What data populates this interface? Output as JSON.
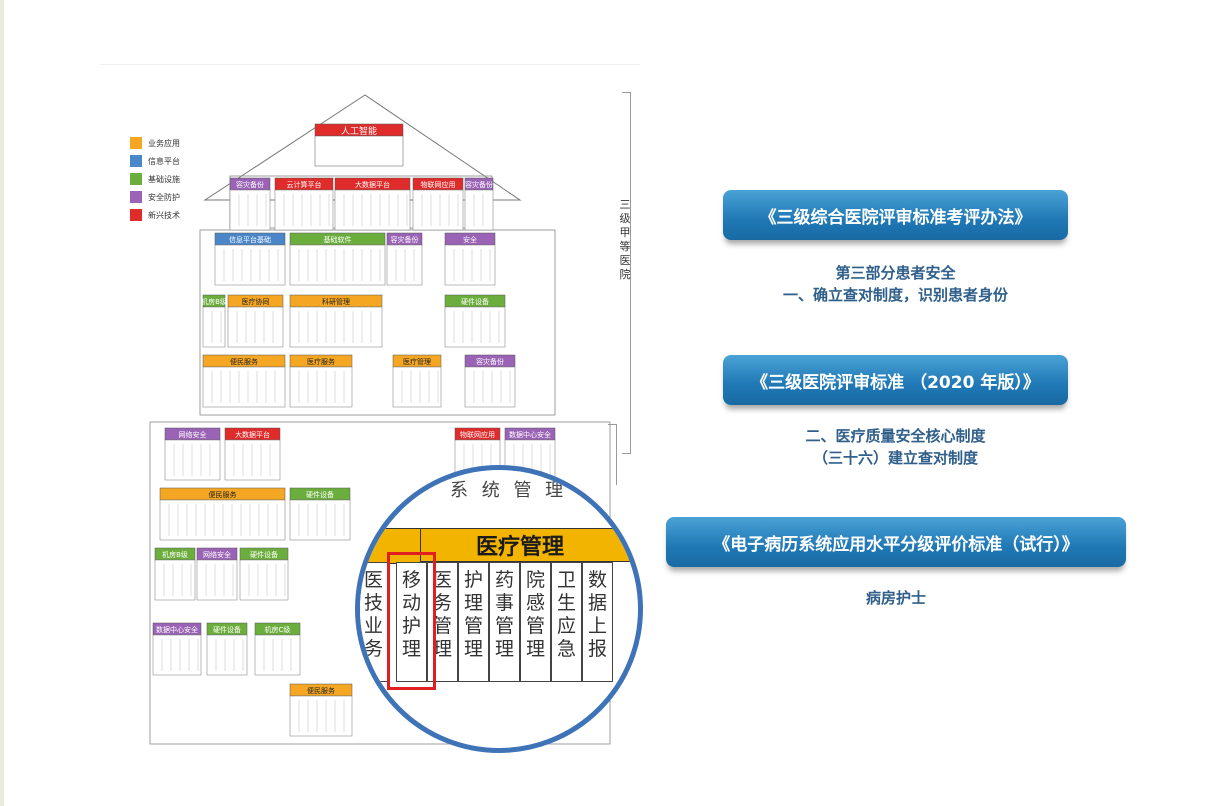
{
  "legend": [
    {
      "label": "业务应用",
      "color": "#f5a623"
    },
    {
      "label": "信息平台",
      "color": "#4a86c8"
    },
    {
      "label": "基础设施",
      "color": "#6cae3e"
    },
    {
      "label": "安全防护",
      "color": "#9a63b6"
    },
    {
      "label": "新兴技术",
      "color": "#e02b2b"
    }
  ],
  "diagram": {
    "roof_title": "人工智能",
    "vertical_title": "三级甲等医院",
    "blocks": [
      {
        "label": "容灾备份",
        "color": "#9a63b6"
      },
      {
        "label": "云计算平台",
        "color": "#e02b2b"
      },
      {
        "label": "大数据平台",
        "color": "#e02b2b"
      },
      {
        "label": "物联网应用",
        "color": "#e02b2b"
      },
      {
        "label": "容灾备份",
        "color": "#9a63b6"
      },
      {
        "label": "信息平台基础",
        "color": "#4a86c8"
      },
      {
        "label": "基础软件",
        "color": "#6cae3e"
      },
      {
        "label": "容灾备份",
        "color": "#9a63b6"
      },
      {
        "label": "安全",
        "color": "#9a63b6"
      },
      {
        "label": "机房B级",
        "color": "#6cae3e"
      },
      {
        "label": "医疗协同",
        "color": "#f5a623"
      },
      {
        "label": "科研管理",
        "color": "#f5a623"
      },
      {
        "label": "硬件设备",
        "color": "#6cae3e"
      },
      {
        "label": "便民服务",
        "color": "#f5a623"
      },
      {
        "label": "医疗服务",
        "color": "#f5a623"
      },
      {
        "label": "医疗管理",
        "color": "#f5a623"
      },
      {
        "label": "容灾备份",
        "color": "#9a63b6"
      },
      {
        "label": "网络安全",
        "color": "#9a63b6"
      },
      {
        "label": "大数据平台",
        "color": "#e02b2b"
      },
      {
        "label": "物联网应用",
        "color": "#e02b2b"
      },
      {
        "label": "数据中心安全",
        "color": "#9a63b6"
      },
      {
        "label": "便民服务",
        "color": "#f5a623"
      },
      {
        "label": "硬件设备",
        "color": "#6cae3e"
      },
      {
        "label": "机房B级",
        "color": "#6cae3e"
      },
      {
        "label": "网络安全",
        "color": "#9a63b6"
      },
      {
        "label": "硬件设备",
        "color": "#6cae3e"
      },
      {
        "label": "数据中心安全",
        "color": "#9a63b6"
      },
      {
        "label": "硬件设备",
        "color": "#6cae3e"
      },
      {
        "label": "机房C级",
        "color": "#6cae3e"
      },
      {
        "label": "便民服务",
        "color": "#f5a623"
      }
    ]
  },
  "magnifier": {
    "header": "医疗管理",
    "top_text": [
      "系",
      "统",
      "管",
      "理"
    ],
    "left_col": "医技业务",
    "columns": [
      "移动护理",
      "医务管理",
      "护理管理",
      "药事管理",
      "院感管理",
      "卫生应急",
      "数据上报"
    ]
  },
  "right": {
    "banner1": "《三级综合医院评审标准考评办法》",
    "caption1_line1": "第三部分患者安全",
    "caption1_line2": "一、确立查对制度，识别患者身份",
    "banner2": "《三级医院评审标准 （2020 年版）》",
    "caption2_line1": "二、医疗质量安全核心制度",
    "caption2_line2": "（三十六）建立查对制度",
    "banner3": "《电子病历系统应用水平分级评价标准（试行）》",
    "caption3": "病房护士"
  }
}
